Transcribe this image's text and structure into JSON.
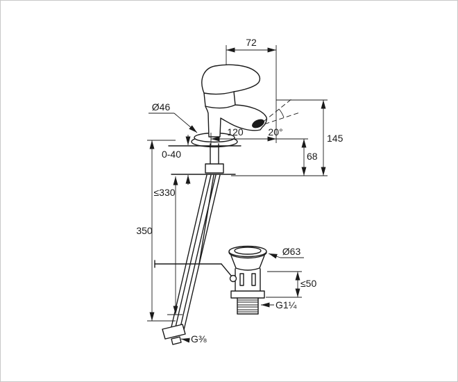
{
  "colors": {
    "bg": "#ffffff",
    "line": "#1a1a1a",
    "frame": "#c8c8c8"
  },
  "labels": {
    "handle_width": "72",
    "body_diameter": "Ø46",
    "spout_reach": "120",
    "spout_angle": "20°",
    "total_height": "145",
    "spout_height": "68",
    "deck_thickness": "0-40",
    "hose_length": "≤330",
    "mount_height": "350",
    "waste_flange_diameter": "Ø63",
    "waste_clamp_range": "≤50",
    "waste_thread": "G1¼",
    "hose_thread": "G⅜"
  }
}
